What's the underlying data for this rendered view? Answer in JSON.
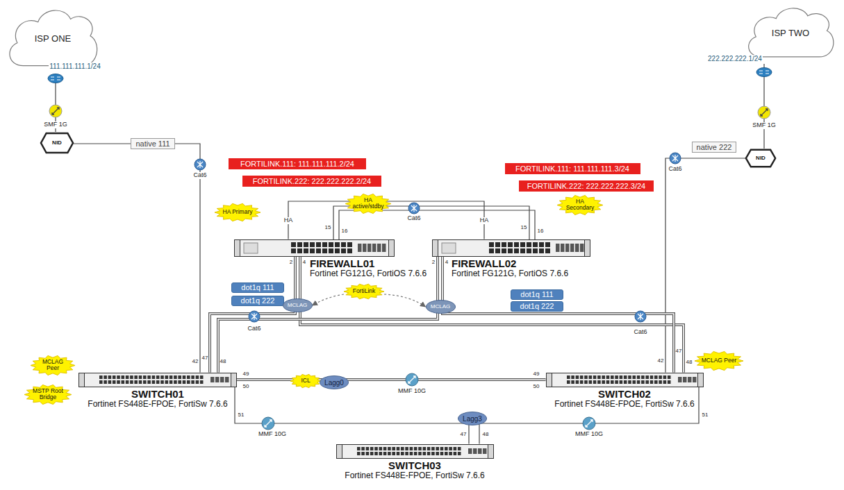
{
  "diagram": {
    "nodes": [
      {
        "text": [
          "ISP ONE"
        ]
      },
      {
        "text": [
          "ISP TWO"
        ]
      },
      {
        "text": [
          "NID"
        ]
      },
      {
        "text": [
          "NID"
        ]
      },
      {
        "text": [
          "FORTILINK.111: 111.111.111.2/24"
        ]
      },
      {
        "text": [
          "FORTILINK.222: 222.222.222.2/24"
        ]
      },
      {
        "text": [
          "FORTILINK.111: 111.111.111.3/24"
        ]
      },
      {
        "text": [
          "FORTILINK.222: 222.222.222.3/24"
        ]
      },
      {
        "text": [
          "HA active/stdby"
        ]
      },
      {
        "text": [
          "HA Primary"
        ]
      },
      {
        "text": [
          "HA Secondary"
        ]
      },
      {
        "text": [
          "FIREWALL01",
          "Fortinet FG121G, FortiOS 7.6.6"
        ]
      },
      {
        "text": [
          "FIREWALL02",
          "Fortinet FG121G, FortiOS 7.6.6"
        ]
      },
      {
        "text": [
          "FortiLink"
        ]
      },
      {
        "text": [
          "dot1q 111"
        ]
      },
      {
        "text": [
          "dot1q 222"
        ]
      },
      {
        "text": [
          "MCLAG"
        ]
      },
      {
        "text": [
          "dot1q 111"
        ]
      },
      {
        "text": [
          "dot1q 222"
        ]
      },
      {
        "text": [
          "MCLAG"
        ]
      },
      {
        "text": [
          "MCLAG Peer"
        ]
      },
      {
        "text": [
          "MSTP Root Bridge"
        ]
      },
      {
        "text": [
          "SWITCH01",
          "Fortinet FS448E-FPOE, FortiSw 7.6.6"
        ]
      },
      {
        "text": [
          "ICL"
        ]
      },
      {
        "text": [
          "Lagg0"
        ]
      },
      {
        "text": [
          "SWITCH02",
          "Fortinet FS448E-FPOE, FortiSw 7.6.6"
        ]
      },
      {
        "text": [
          "MCLAG Peer"
        ]
      },
      {
        "text": [
          "Lagg3"
        ]
      },
      {
        "text": [
          "SWITCH03",
          "Fortinet FS448E-FPOE, FortiSw 7.6.6"
        ]
      }
    ],
    "edges": [
      {
        "from": 0,
        "to": 2,
        "arrow": "none"
      },
      {
        "from": 2,
        "to": 22,
        "label": "native 111",
        "arrow": "none"
      },
      {
        "from": 1,
        "to": 3,
        "arrow": "none"
      },
      {
        "from": 3,
        "to": 25,
        "label": "native 222",
        "arrow": "none"
      },
      {
        "from": 11,
        "to": 12,
        "arrow": "none"
      },
      {
        "from": 11,
        "to": 22,
        "arrow": "none"
      },
      {
        "from": 11,
        "to": 25,
        "arrow": "none"
      },
      {
        "from": 12,
        "to": 22,
        "arrow": "none"
      },
      {
        "from": 12,
        "to": 25,
        "arrow": "none"
      },
      {
        "from": 22,
        "to": 25,
        "arrow": "none"
      },
      {
        "from": 22,
        "to": 28,
        "arrow": "none"
      },
      {
        "from": 25,
        "to": 28,
        "arrow": "none"
      },
      {
        "from": 13,
        "to": 16,
        "arrow": "to"
      },
      {
        "from": 13,
        "to": 19,
        "arrow": "to"
      }
    ],
    "labels": [
      "111.111.111.1/24",
      "SMF 1G",
      "Cat6",
      "222.222.222.1/24",
      "SMF 1G",
      "Cat6",
      "HA",
      "15",
      "16",
      "HA",
      "15",
      "16",
      "Cat6",
      "2",
      "4",
      "2",
      "4",
      "Cat6",
      "Cat6",
      "42",
      "47",
      "48",
      "49",
      "50",
      "51",
      "49",
      "50",
      "42",
      "47",
      "48",
      "51",
      "MMF 10G",
      "MMF 10G",
      "MMF 10G",
      "47",
      "48"
    ]
  }
}
